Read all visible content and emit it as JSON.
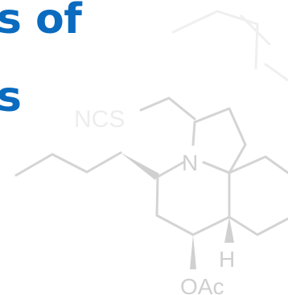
{
  "headline": {
    "line1": "s of",
    "line2": "s",
    "color": "#0a6bbf"
  },
  "molecule": {
    "labels": {
      "isothiocyanate": "NCS",
      "nitrogen": "N",
      "hydrogen": "H",
      "acetoxy": "OAc"
    },
    "bond_color": "#d4d4d4",
    "label_color": "#cfcfcf"
  }
}
